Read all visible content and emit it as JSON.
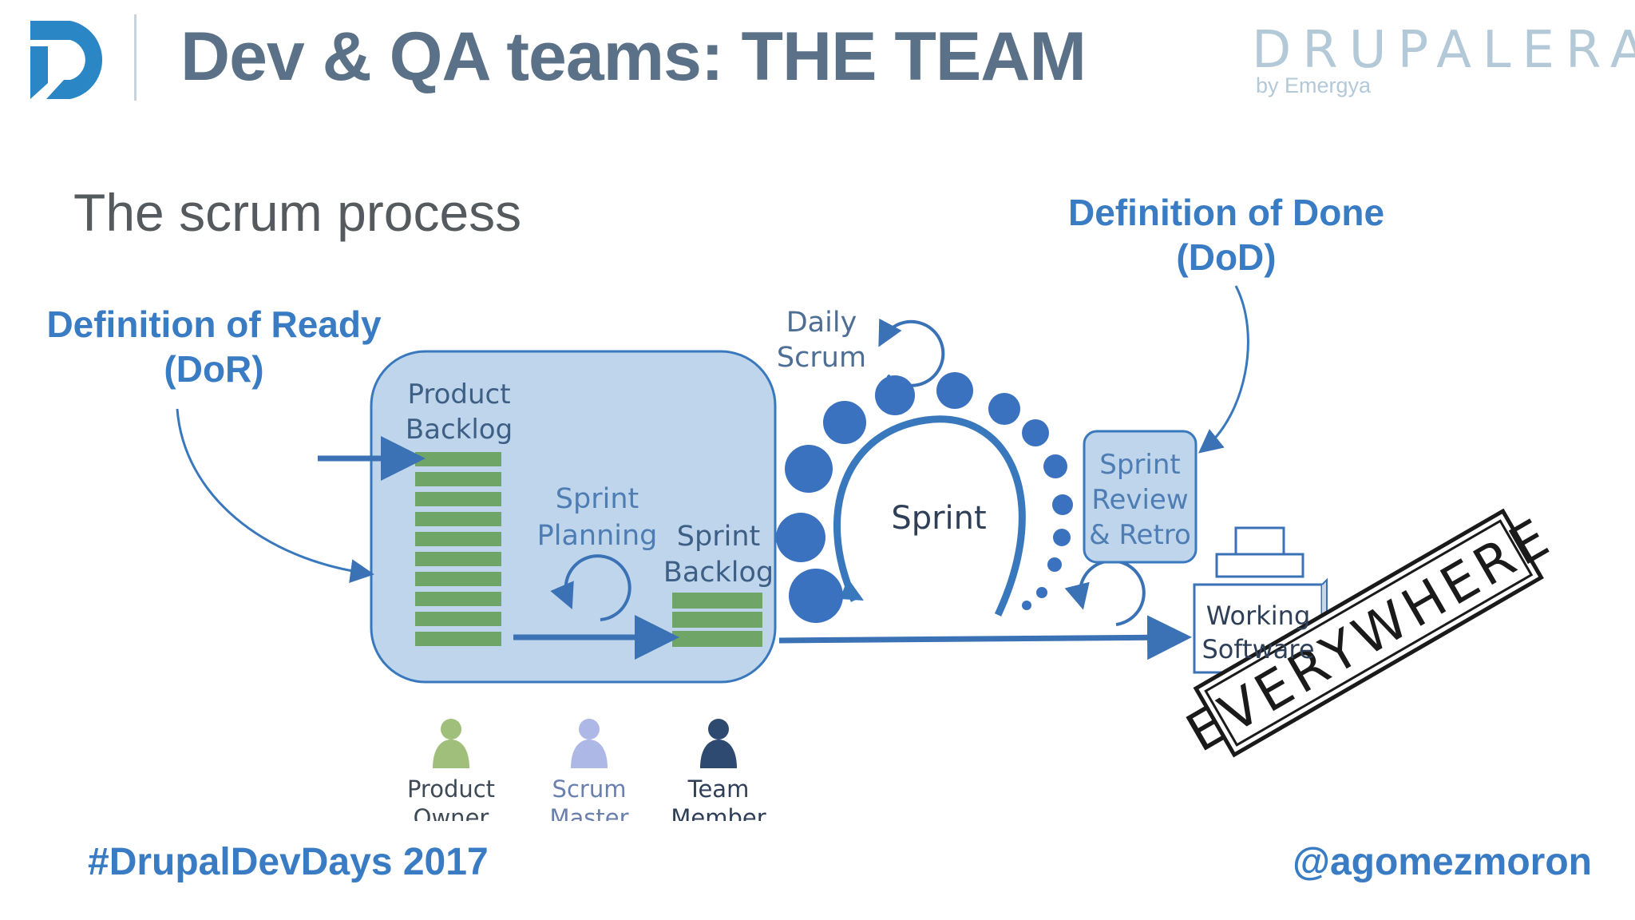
{
  "header": {
    "title": "Dev & QA teams: THE TEAM",
    "brand_name": "DRUPALERA",
    "brand_sub": "by Emergya"
  },
  "content": {
    "subtitle": "The scrum process",
    "dor": {
      "line1": "Definition of Ready",
      "line2": "(DoR)"
    },
    "dod": {
      "line1": "Definition of Done",
      "line2": "(DoD)"
    }
  },
  "diagram": {
    "product_backlog": [
      "Product",
      "Backlog"
    ],
    "sprint_planning": [
      "Sprint",
      "Planning"
    ],
    "sprint_backlog": [
      "Sprint",
      "Backlog"
    ],
    "daily_scrum": [
      "Daily",
      "Scrum"
    ],
    "sprint": "Sprint",
    "sprint_review": [
      "Sprint",
      "Review",
      "& Retro"
    ],
    "working_software": [
      "Working",
      "Software"
    ],
    "roles": [
      {
        "line1": "Product",
        "line2": "Owner",
        "color": "#9fbf7a"
      },
      {
        "line1": "Scrum",
        "line2": "Master",
        "color": "#aeb8e6"
      },
      {
        "line1": "Team",
        "line2": "Member",
        "color": "#2f4a70"
      }
    ],
    "stamp": "EVERYWHERE"
  },
  "footer": {
    "hashtag": "#DrupalDevDays 2017",
    "handle": "@agomezmoron"
  },
  "colors": {
    "accent": "#3a7cc3",
    "title": "#5b7187",
    "brand": "#b4c9d8",
    "diagram_fill": "#bfd6ec",
    "backlog_green": "#6fa566"
  }
}
